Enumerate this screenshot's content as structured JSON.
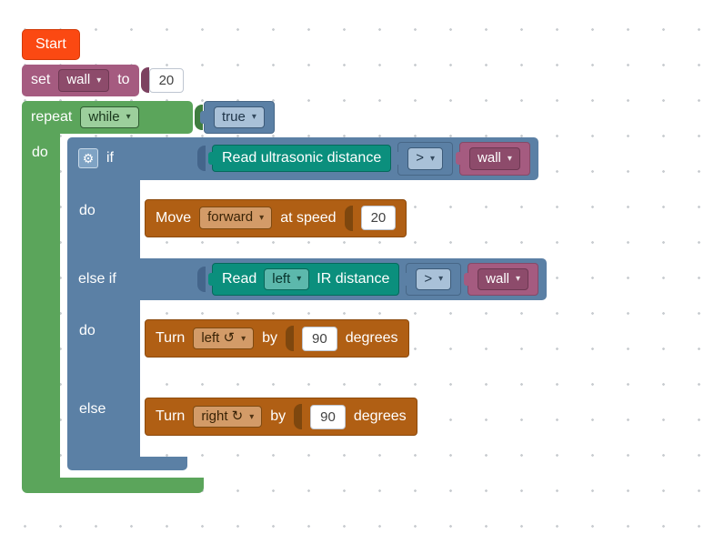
{
  "workspace": {
    "name": "Blockly program workspace"
  },
  "icons": {
    "gear": "⚙",
    "dropdown_arrow": "▾"
  },
  "colors": {
    "start": "#fb4912",
    "variables": "#a55b80",
    "loops": "#5ba55b",
    "logic": "#5b80a5",
    "sensing": "#0b8f7d",
    "motion": "#b05f14",
    "shadow_block_bg": "#ffffff"
  },
  "blocks": {
    "start": {
      "label": "Start"
    },
    "set_wall": {
      "set_label": "set",
      "variable": "wall",
      "to_label": "to",
      "value": "20"
    },
    "repeat": {
      "repeat_label": "repeat",
      "mode": "while",
      "condition_value": "true",
      "do_label": "do"
    },
    "if": {
      "if_label": "if",
      "do1_label": "do",
      "elseif_label": "else if",
      "do2_label": "do",
      "else_label": "else"
    },
    "cond1": {
      "sensor_label": "Read ultrasonic distance",
      "operator": ">",
      "variable": "wall"
    },
    "move": {
      "verb": "Move",
      "direction": "forward",
      "at_speed_label": "at speed",
      "speed": "20"
    },
    "cond2": {
      "read_label": "Read",
      "side": "left",
      "sensor_label": "IR distance",
      "operator": ">",
      "variable": "wall"
    },
    "turn_left": {
      "verb": "Turn",
      "direction": "left ↺",
      "by_label": "by",
      "angle": "90",
      "degrees_label": "degrees"
    },
    "turn_right": {
      "verb": "Turn",
      "direction": "right ↻",
      "by_label": "by",
      "angle": "90",
      "degrees_label": "degrees"
    }
  }
}
